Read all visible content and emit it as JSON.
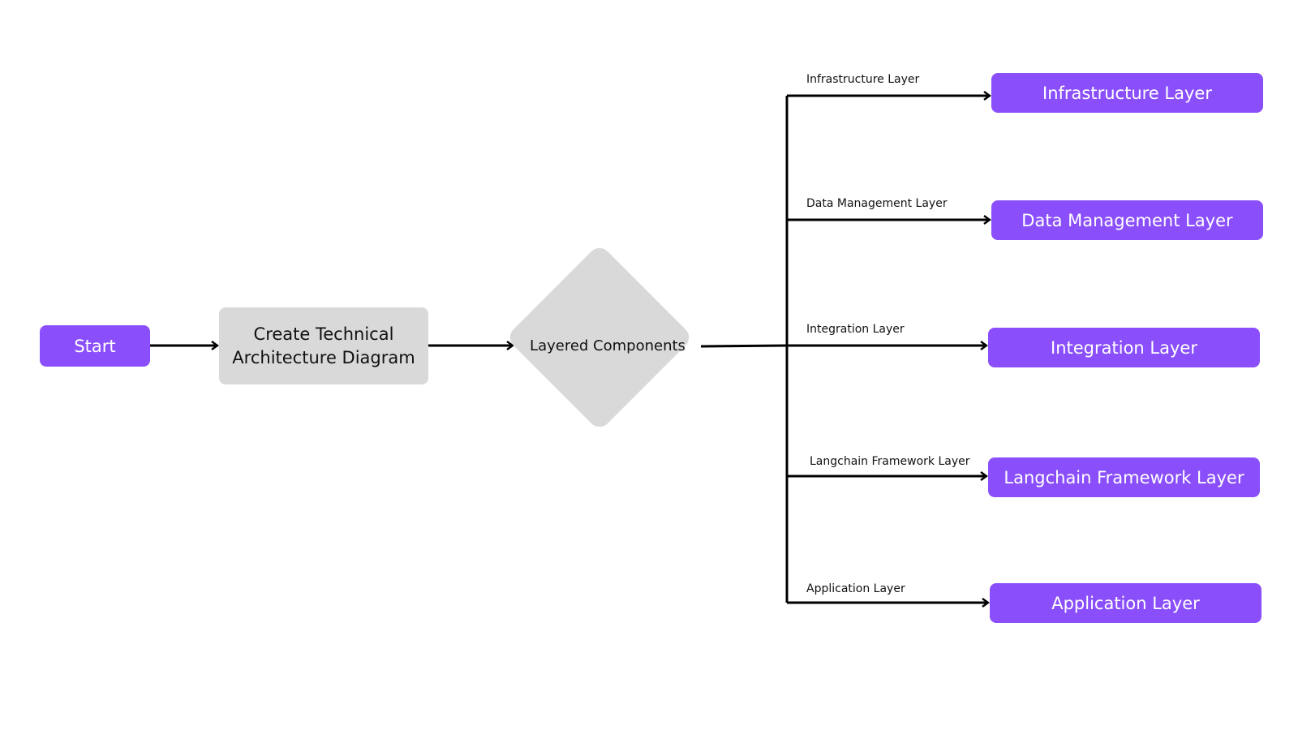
{
  "nodes": {
    "start": "Start",
    "create": "Create Technical Architecture Diagram",
    "decision": "Layered Components",
    "layers": [
      "Infrastructure Layer",
      "Data Management Layer",
      "Integration Layer",
      "Langchain Framework Layer",
      "Application Layer"
    ]
  },
  "edge_labels": [
    "Infrastructure Layer",
    "Data Management Layer",
    "Integration Layer",
    "Langchain Framework Layer",
    "Application Layer"
  ],
  "colors": {
    "terminal": "#8a4ffb",
    "process": "#d9d9d9",
    "connector": "#000000"
  }
}
